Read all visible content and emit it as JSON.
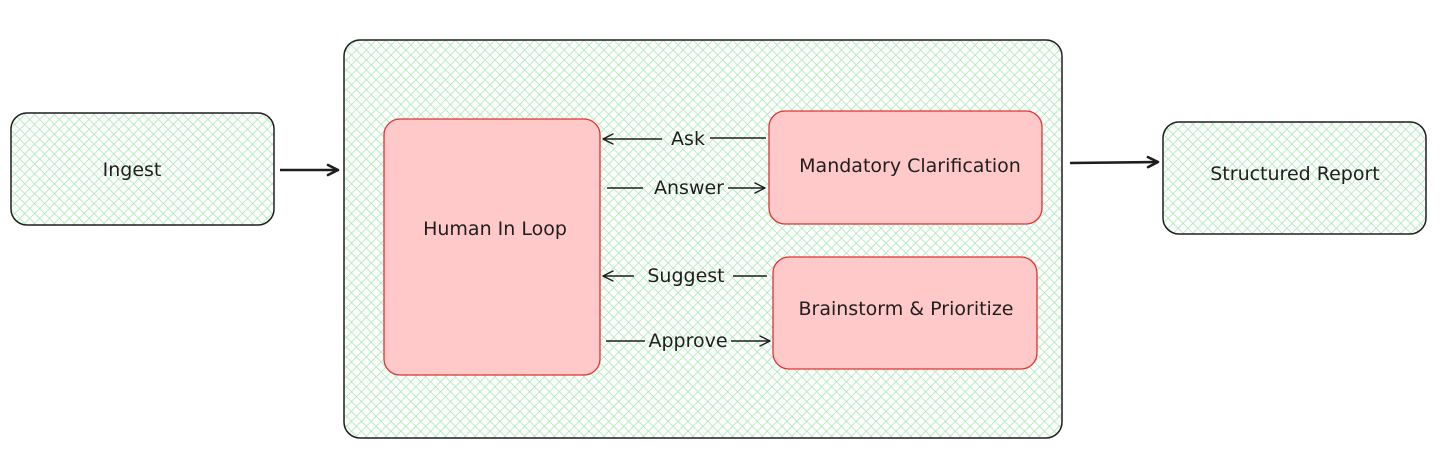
{
  "diagram": {
    "colors": {
      "green_fill": "#b2f2bb",
      "green_hatch": "#8fe09b",
      "red_fill": "#ffc9c9",
      "red_stroke": "#e03131",
      "ink": "#1e1e1e"
    },
    "nodes": {
      "ingest": {
        "label": "Ingest"
      },
      "container": {
        "label": ""
      },
      "human_in_loop": {
        "label": "Human In Loop"
      },
      "mandatory_clarification": {
        "label": "Mandatory Clarification"
      },
      "brainstorm_prioritize": {
        "label": "Brainstorm & Prioritize"
      },
      "structured_report": {
        "label": "Structured Report"
      }
    },
    "edges": {
      "ingest_to_container": {
        "label": ""
      },
      "ask": {
        "label": "Ask",
        "from": "Mandatory Clarification",
        "to": "Human In Loop"
      },
      "answer": {
        "label": "Answer",
        "from": "Human In Loop",
        "to": "Mandatory Clarification"
      },
      "suggest": {
        "label": "Suggest",
        "from": "Brainstorm & Prioritize",
        "to": "Human In Loop"
      },
      "approve": {
        "label": "Approve",
        "from": "Human In Loop",
        "to": "Brainstorm & Prioritize"
      },
      "container_to_report": {
        "label": ""
      }
    }
  }
}
